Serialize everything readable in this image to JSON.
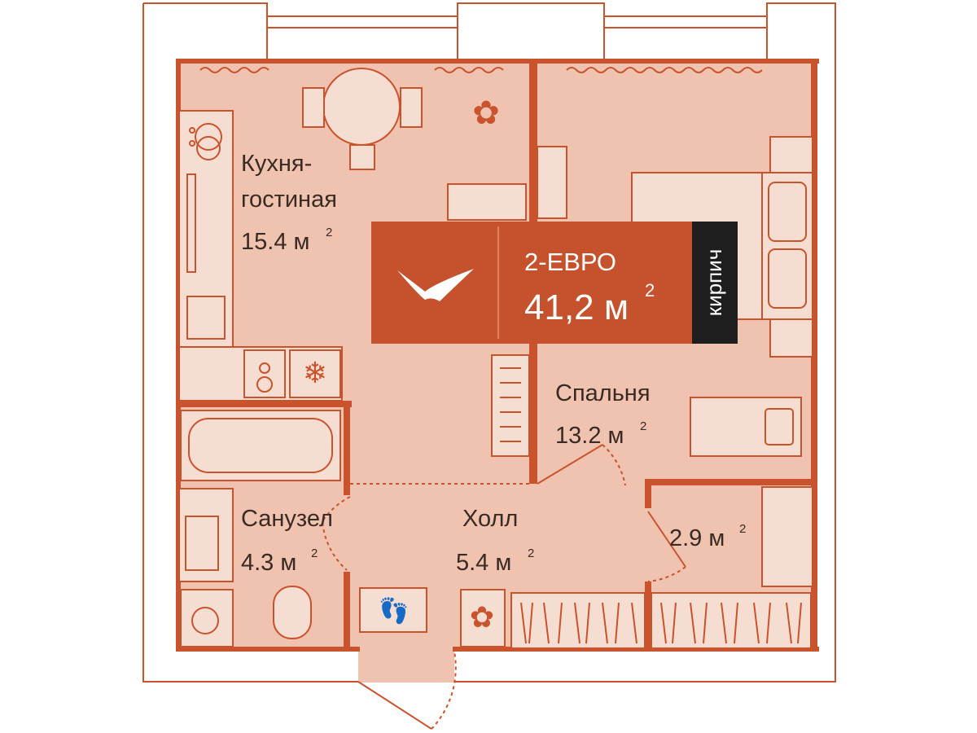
{
  "colors": {
    "wall": "#c9532c",
    "floor": "#efc3af",
    "banner": "#c5522c",
    "tag": "#1e1e1e",
    "text": "#3a2a24"
  },
  "banner": {
    "type": "2-ЕВРО",
    "area": "41,2 м",
    "area_sup": "2",
    "logo_icon": "bird-logo-icon"
  },
  "material_tag": "кирпич",
  "rooms": {
    "kitchen": {
      "name_line1": "Кухня-",
      "name_line2": "гостиная",
      "area": "15.4 м",
      "sup": "2"
    },
    "bedroom": {
      "name": "Спальня",
      "area": "13.2 м",
      "sup": "2"
    },
    "bathroom": {
      "name": "Санузел",
      "area": "4.3 м",
      "sup": "2"
    },
    "hall": {
      "name": "Холл",
      "area": "5.4 м",
      "sup": "2"
    },
    "storage": {
      "area": "2.9 м",
      "sup": "2"
    }
  }
}
